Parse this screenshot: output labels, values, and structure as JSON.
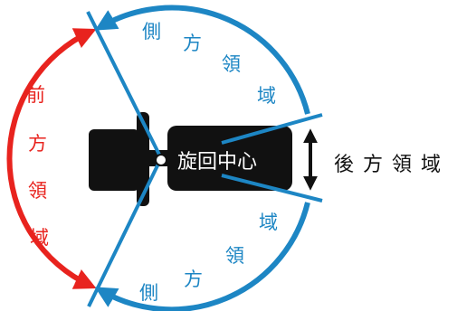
{
  "colors": {
    "front": "#e8231e",
    "side": "#1d86c4",
    "rear": "#111111",
    "vehicle": "#111111"
  },
  "labels": {
    "center": "旋回中心",
    "front_zone": [
      "前",
      "方",
      "領",
      "域"
    ],
    "side_zone_top": [
      "側",
      "方",
      "領",
      "域"
    ],
    "side_zone_bottom": [
      "側",
      "方",
      "領",
      "域"
    ],
    "rear_zone": [
      "後",
      "方",
      "領",
      "域"
    ]
  }
}
